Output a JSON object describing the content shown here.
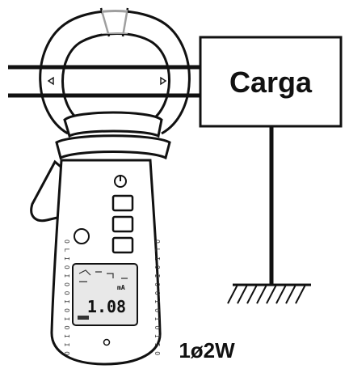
{
  "load": {
    "label": "Carga"
  },
  "config": {
    "label": "1ø2W"
  },
  "meter": {
    "reading": "1.08",
    "lcd_unit": "mA",
    "side_markings_left": "O L I O I O O I O I O I I O",
    "side_markings_right": "O L I O I O O I O I O I I O"
  },
  "icons": {
    "power": "power-icon",
    "ground": "ground-icon",
    "arrow_left": "arrow-left-icon",
    "arrow_right": "arrow-right-icon"
  },
  "colors": {
    "line": "#111111",
    "background": "#ffffff",
    "lcd": "#e8e8e8"
  }
}
